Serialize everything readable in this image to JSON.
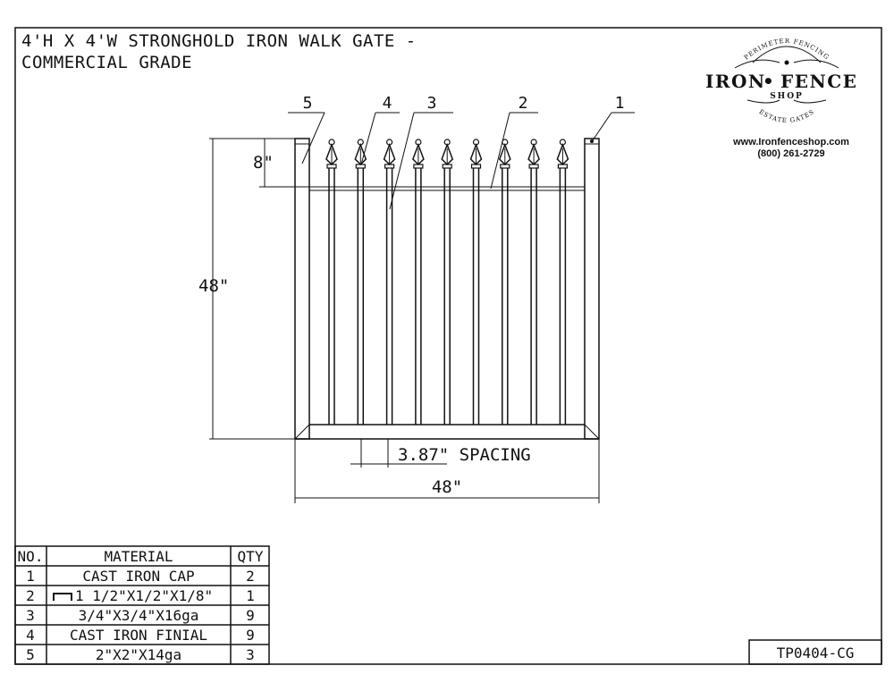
{
  "title": {
    "line1": "4'H X 4'W STRONGHOLD IRON WALK GATE -",
    "line2": "COMMERCIAL GRADE"
  },
  "logo": {
    "arc_top": "PERIMETER FENCING",
    "brand_left": "IRON",
    "brand_dot": "•",
    "brand_right": "FENCE",
    "brand_sub": "SHOP",
    "arc_bottom": "ESTATE GATES",
    "website": "www.Ironfenceshop.com",
    "phone": "(800) 261-2729"
  },
  "callouts": [
    "5",
    "4",
    "3",
    "2",
    "1"
  ],
  "dimensions": {
    "finial_height": "8\"",
    "gate_height": "48\"",
    "spacing": "3.87\" SPACING",
    "gate_width": "48\""
  },
  "bom": {
    "headers": [
      "NO.",
      "MATERIAL",
      "QTY"
    ],
    "rows": [
      {
        "no": "1",
        "material": "CAST IRON CAP",
        "qty": "2"
      },
      {
        "no": "2",
        "material": "1 1/2\"X1/2\"X1/8\"",
        "qty": "1",
        "icon": "channel-icon"
      },
      {
        "no": "3",
        "material": "3/4\"X3/4\"X16ga",
        "qty": "9"
      },
      {
        "no": "4",
        "material": "CAST IRON FINIAL",
        "qty": "9"
      },
      {
        "no": "5",
        "material": "2\"X2\"X14ga",
        "qty": "3"
      }
    ]
  },
  "drawing_number": "TP0404-CG",
  "picket_count": 9
}
